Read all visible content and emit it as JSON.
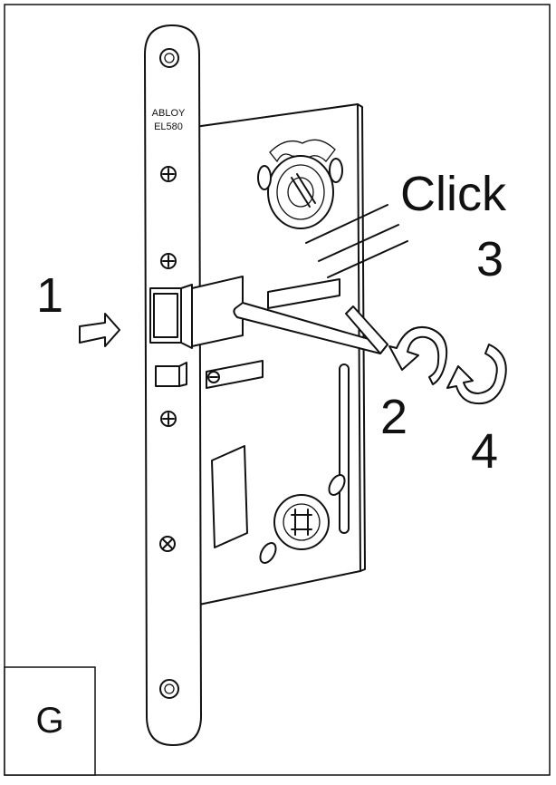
{
  "faceplate": {
    "brand": "ABLOY",
    "model": "EL580"
  },
  "steps": {
    "push": "1",
    "turn": "2",
    "click_step": "3",
    "click_word": "Click",
    "return": "4"
  },
  "panel_label": "G"
}
